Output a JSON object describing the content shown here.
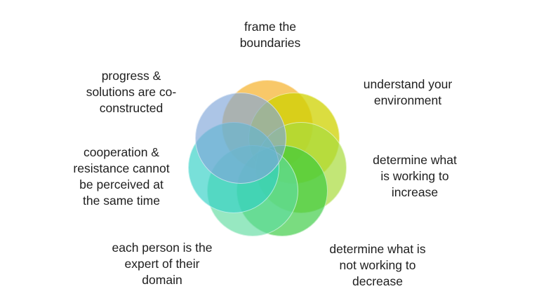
{
  "slide": {
    "background_color": "#FFFFFF",
    "text_color": "#1E1E1E"
  },
  "diagram": {
    "type": "venn-flower",
    "description": "Seven overlapping translucent circles arranged in a ring, colors cycling from orange through yellow, greens, teal to blue",
    "circles": [
      {
        "position": "top",
        "color": "#F5AB18",
        "alpha": 0.65,
        "label": "frame the boundaries"
      },
      {
        "position": "upper-right",
        "color": "#CFD200",
        "alpha": 0.75,
        "label": "understand your environment"
      },
      {
        "position": "right",
        "color": "#A8DC3C",
        "alpha": 0.7,
        "label": "determine what is working to increase"
      },
      {
        "position": "lower-right",
        "color": "#32C93C",
        "alpha": 0.65,
        "label": "determine what is not working to decrease"
      },
      {
        "position": "lower-left",
        "color": "#60DCA0",
        "alpha": 0.65,
        "label": "each person is the expert of their domain"
      },
      {
        "position": "left",
        "color": "#2FCFC4",
        "alpha": 0.65,
        "label": "cooperation & resistance cannot be perceived at the same time"
      },
      {
        "position": "upper-left",
        "color": "#7FA6D8",
        "alpha": 0.65,
        "label": "progress & solutions are co-constructed"
      }
    ]
  },
  "labels": {
    "top": {
      "lines": [
        "frame the",
        "boundaries"
      ]
    },
    "upper_left": {
      "lines": [
        "progress &",
        "solutions are co-",
        "constructed"
      ]
    },
    "upper_right": {
      "lines": [
        "understand your",
        "environment"
      ]
    },
    "left": {
      "lines": [
        "cooperation &",
        "resistance cannot",
        "be perceived at",
        "the same time"
      ]
    },
    "right": {
      "lines": [
        "determine what",
        "is working to",
        "increase"
      ]
    },
    "lower_left": {
      "lines": [
        "each person is the",
        "expert of their",
        "domain"
      ]
    },
    "lower_right": {
      "lines": [
        "determine what is",
        "not working to",
        "decrease"
      ]
    }
  }
}
